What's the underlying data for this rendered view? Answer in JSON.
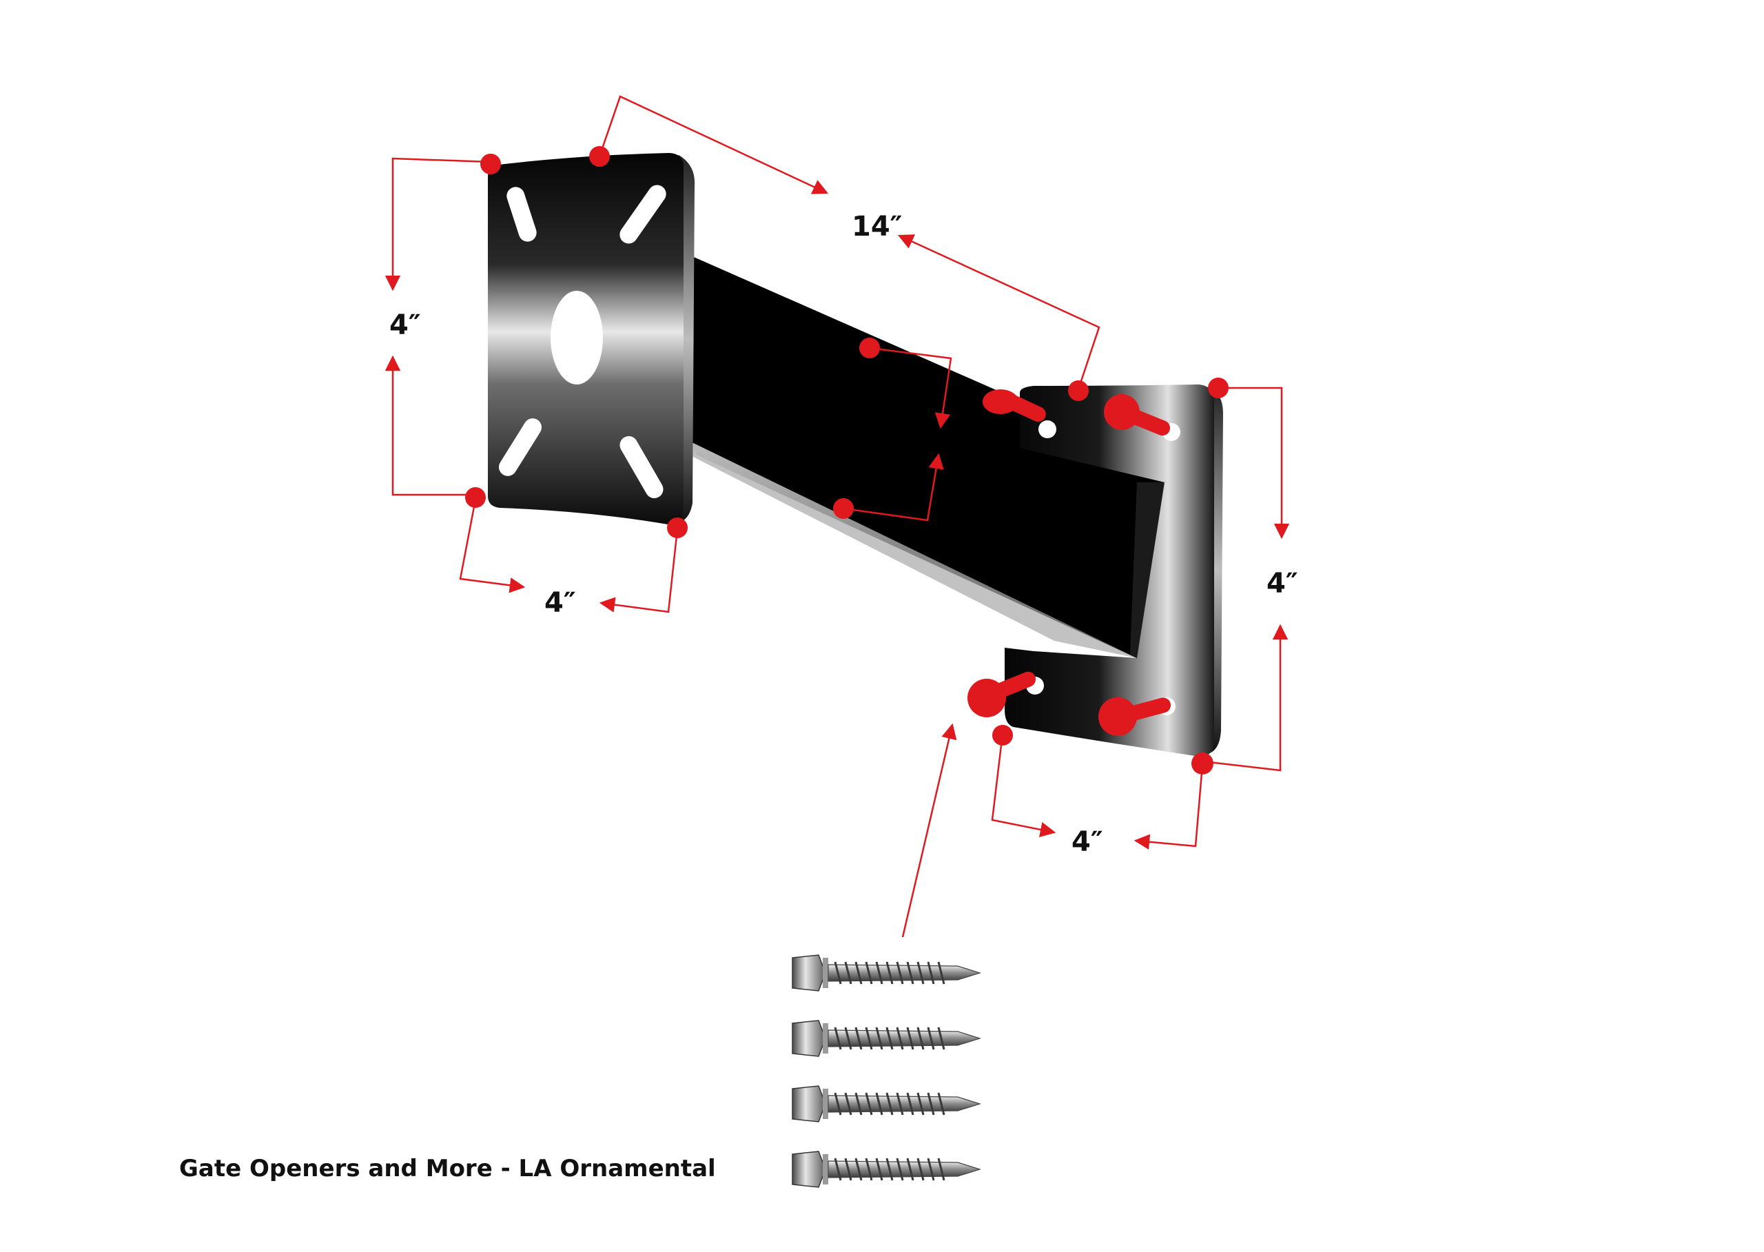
{
  "dimensions": {
    "arm_length": "14″",
    "left_plate_height": "4″",
    "left_plate_width": "4″",
    "right_plate_height": "4″",
    "right_plate_width": "4″"
  },
  "caption": "Gate Openers and More - LA Ornamental",
  "screws": {
    "count": 4,
    "icon": "self-drilling-hex-screw-icon"
  },
  "colors": {
    "marker_red": "#e0191f",
    "steel_dark": "#0a0a0a",
    "steel_light": "#d8d8d8",
    "text": "#111111"
  }
}
